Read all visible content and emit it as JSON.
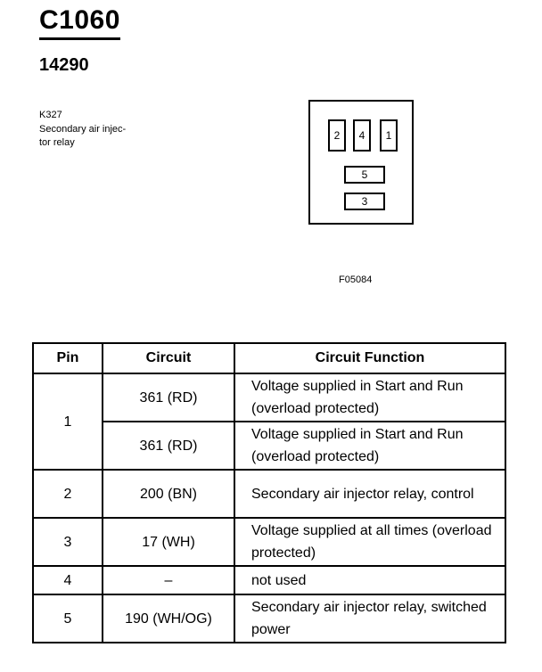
{
  "header": {
    "connector_id": "C1060",
    "part_number": "14290"
  },
  "component": {
    "id": "K327",
    "description": "Secondary air injec-\ntor relay"
  },
  "connector_face": {
    "pins_top": [
      "2",
      "4",
      "1"
    ],
    "pins_middle": "5",
    "pins_bottom": "3",
    "figure_ref": "F05084"
  },
  "table": {
    "headers": [
      "Pin",
      "Circuit",
      "Circuit Function"
    ],
    "rows": [
      {
        "pin": "1",
        "circuit": "361 (RD)",
        "function": "Voltage supplied in Start and Run (overload protected)"
      },
      {
        "pin": "",
        "circuit": "361 (RD)",
        "function": "Voltage supplied in Start and Run (overload protected)"
      },
      {
        "pin": "2",
        "circuit": "200 (BN)",
        "function": "Secondary air injector relay, control"
      },
      {
        "pin": "3",
        "circuit": "17 (WH)",
        "function": "Voltage supplied at all times (overload protected)"
      },
      {
        "pin": "4",
        "circuit": "–",
        "function": "not used"
      },
      {
        "pin": "5",
        "circuit": "190 (WH/OG)",
        "function": "Secondary air injector relay, switched power"
      }
    ]
  }
}
